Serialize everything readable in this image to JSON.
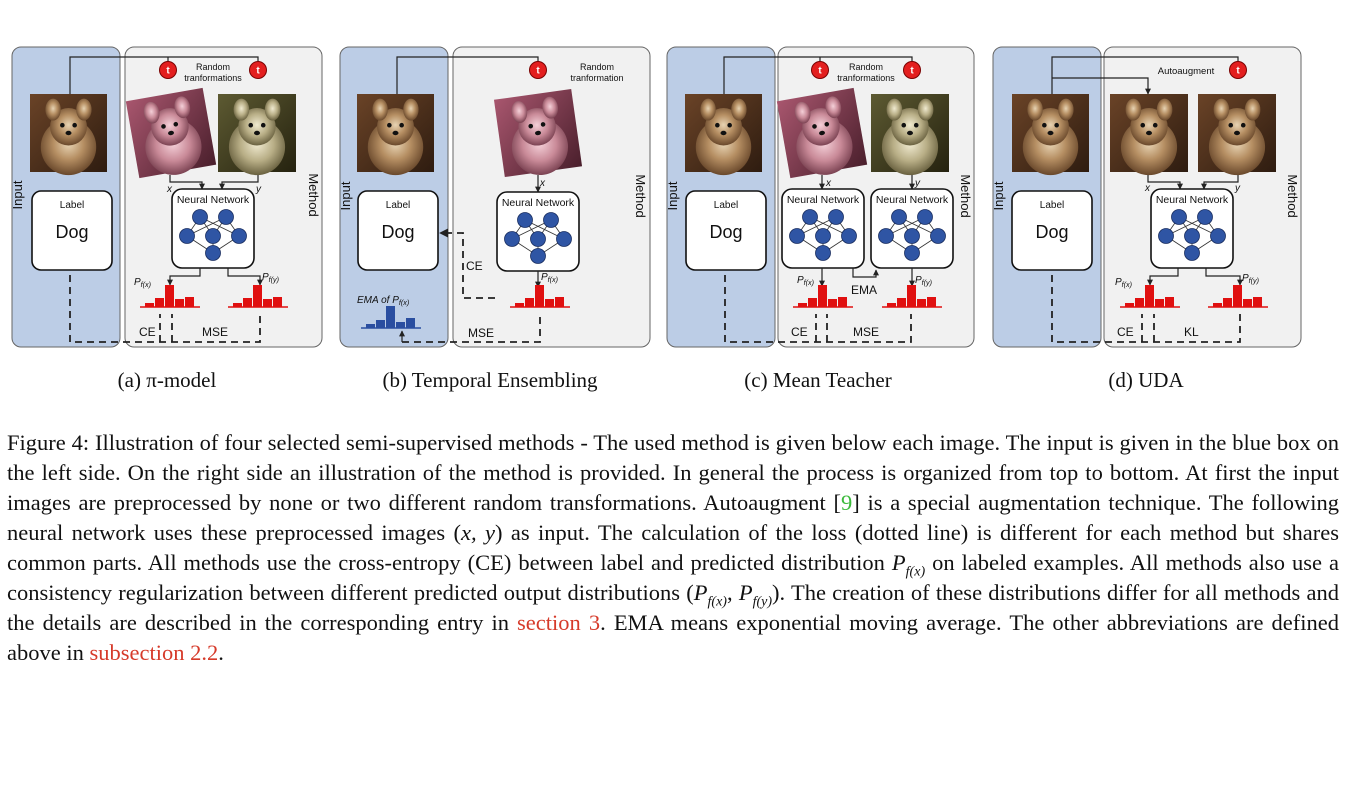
{
  "panels": [
    {
      "id": "a",
      "caption": "(a) π-model",
      "input_label": "Input",
      "method_label": "Method",
      "label_title": "Label",
      "label_value": "Dog",
      "transform_text": [
        "Random",
        "tranformations"
      ],
      "nn_label": "Neural Network",
      "x_label": "x",
      "y_label": "y",
      "pfx": "P",
      "pfx_sub": "f(x)",
      "pfy": "P",
      "pfy_sub": "f(y)",
      "loss_labels": [
        "CE",
        "MSE"
      ]
    },
    {
      "id": "b",
      "caption": "(b) Temporal Ensembling",
      "input_label": "Input",
      "method_label": "Method",
      "label_title": "Label",
      "label_value": "Dog",
      "transform_text": [
        "Random",
        "tranformation"
      ],
      "nn_label": "Neural Network",
      "x_label": "x",
      "pfx": "P",
      "pfx_sub": "f(x)",
      "ema_label": "EMA of P",
      "ema_sub": "f(x)",
      "loss_labels": [
        "CE",
        "MSE"
      ]
    },
    {
      "id": "c",
      "caption": "(c) Mean Teacher",
      "input_label": "Input",
      "method_label": "Method",
      "label_title": "Label",
      "label_value": "Dog",
      "transform_text": [
        "Random",
        "tranformations"
      ],
      "nn_label": "Neural Network",
      "x_label": "x",
      "y_label": "y",
      "pfx": "P",
      "pfx_sub": "f(x)",
      "pfy": "P",
      "pfy_sub": "f(y)",
      "ema_text": "EMA",
      "loss_labels": [
        "CE",
        "MSE"
      ]
    },
    {
      "id": "d",
      "caption": "(d) UDA",
      "input_label": "Input",
      "method_label": "Method",
      "label_title": "Label",
      "label_value": "Dog",
      "transform_text": [
        "Autoaugment"
      ],
      "nn_label": "Neural Network",
      "x_label": "x",
      "y_label": "y",
      "pfx": "P",
      "pfx_sub": "f(x)",
      "pfy": "P",
      "pfy_sub": "f(y)",
      "loss_labels": [
        "CE",
        "KL"
      ]
    }
  ],
  "transform_symbol": "t",
  "main_caption": {
    "s1": "Figure 4: Illustration of four selected semi-supervised methods - The used method is given below each image. The input is given in the blue box on the left side. On the right side an illustration of the method is provided. In general the process is organized from top to bottom. At first the input images are preprocessed by none or two different random transformations. Autoaugment [",
    "ref_autoaugment": "9",
    "s2": "] is a special augmentation technique. The following neural network uses these preprocessed images (",
    "m_xy": "x, y",
    "s3": ") as input. The calculation of the loss (dotted line) is different for each method but shares common parts. All methods use the cross-entropy (CE) between label and predicted distribution ",
    "m_P": "P",
    "m_fx": "f(x)",
    "s4": " on labeled examples. All methods also use a consistency regularization between different predicted output distributions (",
    "m_P2": "P",
    "m_fx2": "f(x)",
    "m_comma": ", ",
    "m_P3": "P",
    "m_fy": "f(y)",
    "s5": "). The creation of these distributions differ for all methods and the details are described in the corresponding entry in ",
    "ref_section": "section 3",
    "s6": ". EMA means exponential moving average. The other abbreviations are defined above in ",
    "ref_subsection": "subsection 2.2",
    "s7": "."
  },
  "colors": {
    "input_box": "#bccde6",
    "method_box": "#f1f1f1",
    "nn_node": "#2f55a4",
    "bar_red": "#e01010",
    "bar_blue": "#2a4ea0",
    "ref_green": "#3cba3c",
    "ref_red": "#d63a2a"
  }
}
